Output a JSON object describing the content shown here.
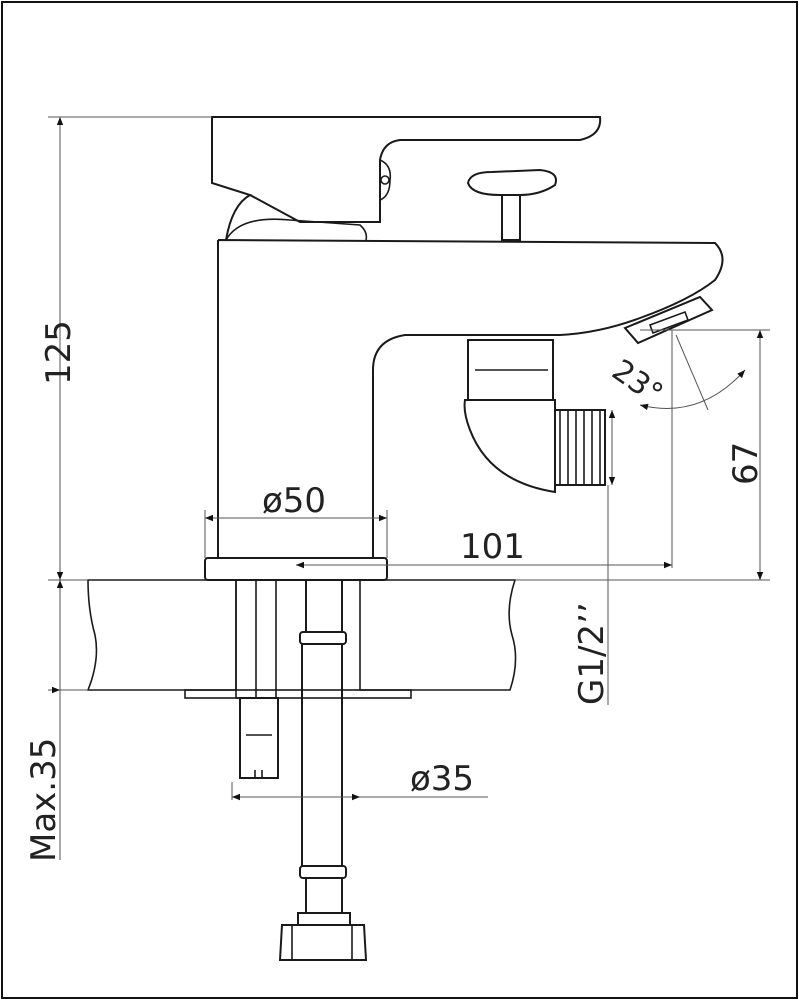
{
  "dimensions": {
    "height_total": "125",
    "outlet_height": "67",
    "body_diameter": "ø50",
    "spout_reach": "101",
    "thread": "G1/2’’",
    "max_deck": "Max.35",
    "hole_diameter": "ø35",
    "angle": "23°"
  },
  "colors": {
    "line": "#1a1a1a",
    "dimension": "#555555",
    "background": "#ffffff"
  }
}
